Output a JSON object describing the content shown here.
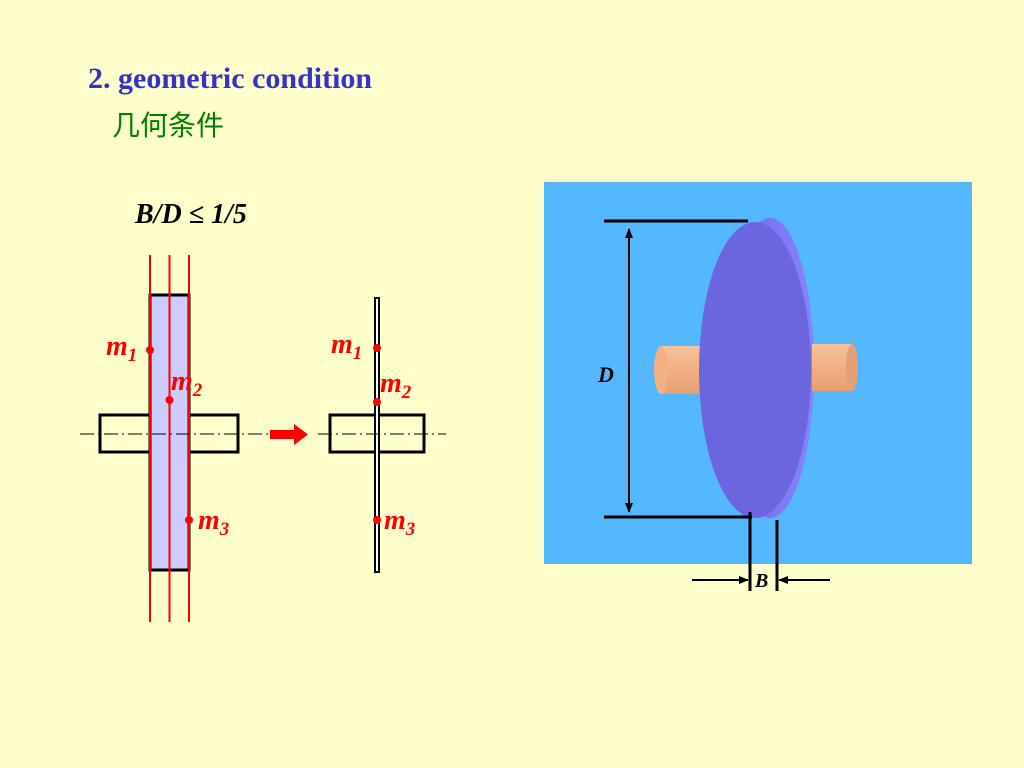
{
  "heading": {
    "title": "2. geometric condition",
    "subtitle": "几何条件"
  },
  "formula": "B/D ≤ 1/5",
  "masses": [
    {
      "base": "m",
      "sub": "1"
    },
    {
      "base": "m",
      "sub": "2"
    },
    {
      "base": "m",
      "sub": "3"
    }
  ],
  "dimensions": {
    "diameter": "D",
    "width": "B"
  },
  "colors": {
    "background": "#ffffcc",
    "title": "#3333cc",
    "subtitle": "#008000",
    "red": "#ff0000",
    "disk_fill": "#ccccff",
    "panel": "#55b8ff",
    "disk": "#6b66dd",
    "shaft": "#f2b083"
  },
  "icons": {
    "transform_arrow": "right-arrow-icon"
  }
}
